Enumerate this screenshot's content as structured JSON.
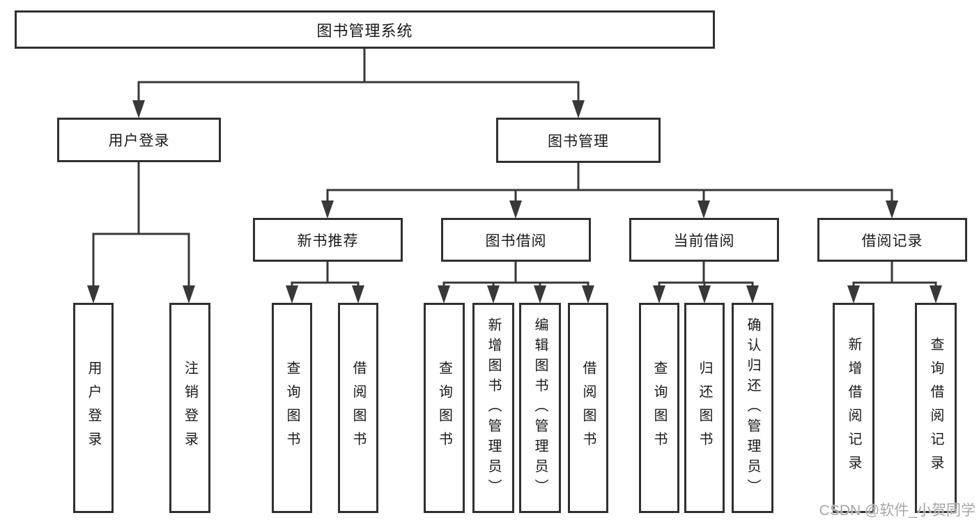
{
  "diagram": {
    "type": "hierarchy-tree",
    "root": "图书管理系统",
    "level2": [
      "用户登录",
      "图书管理"
    ],
    "level3": [
      "新书推荐",
      "图书借阅",
      "当前借阅",
      "借阅记录"
    ],
    "leaves": [
      "用户登录",
      "注销登录",
      "查询图书",
      "借阅图书",
      "查询图书",
      "新增图书（管理员）",
      "编辑图书（管理员）",
      "借阅图书",
      "查询图书",
      "归还图书",
      "确认归还（管理员）",
      "新增借阅记录",
      "查询借阅记录"
    ],
    "hierarchy": {
      "图书管理系统": [
        "用户登录",
        "图书管理"
      ],
      "用户登录": [
        "用户登录",
        "注销登录"
      ],
      "图书管理": [
        "新书推荐",
        "图书借阅",
        "当前借阅",
        "借阅记录"
      ],
      "新书推荐": [
        "查询图书",
        "借阅图书"
      ],
      "图书借阅": [
        "查询图书",
        "新增图书（管理员）",
        "编辑图书（管理员）",
        "借阅图书"
      ],
      "当前借阅": [
        "查询图书",
        "归还图书",
        "确认归还（管理员）"
      ],
      "借阅记录": [
        "新增借阅记录",
        "查询借阅记录"
      ]
    }
  },
  "watermark": "CSDN @软件_小贺同学",
  "colors": {
    "line": "#383838",
    "border": "#303030",
    "text": "#1a1a1a",
    "background": "#ffffff",
    "watermark": "#a6a6a6"
  }
}
